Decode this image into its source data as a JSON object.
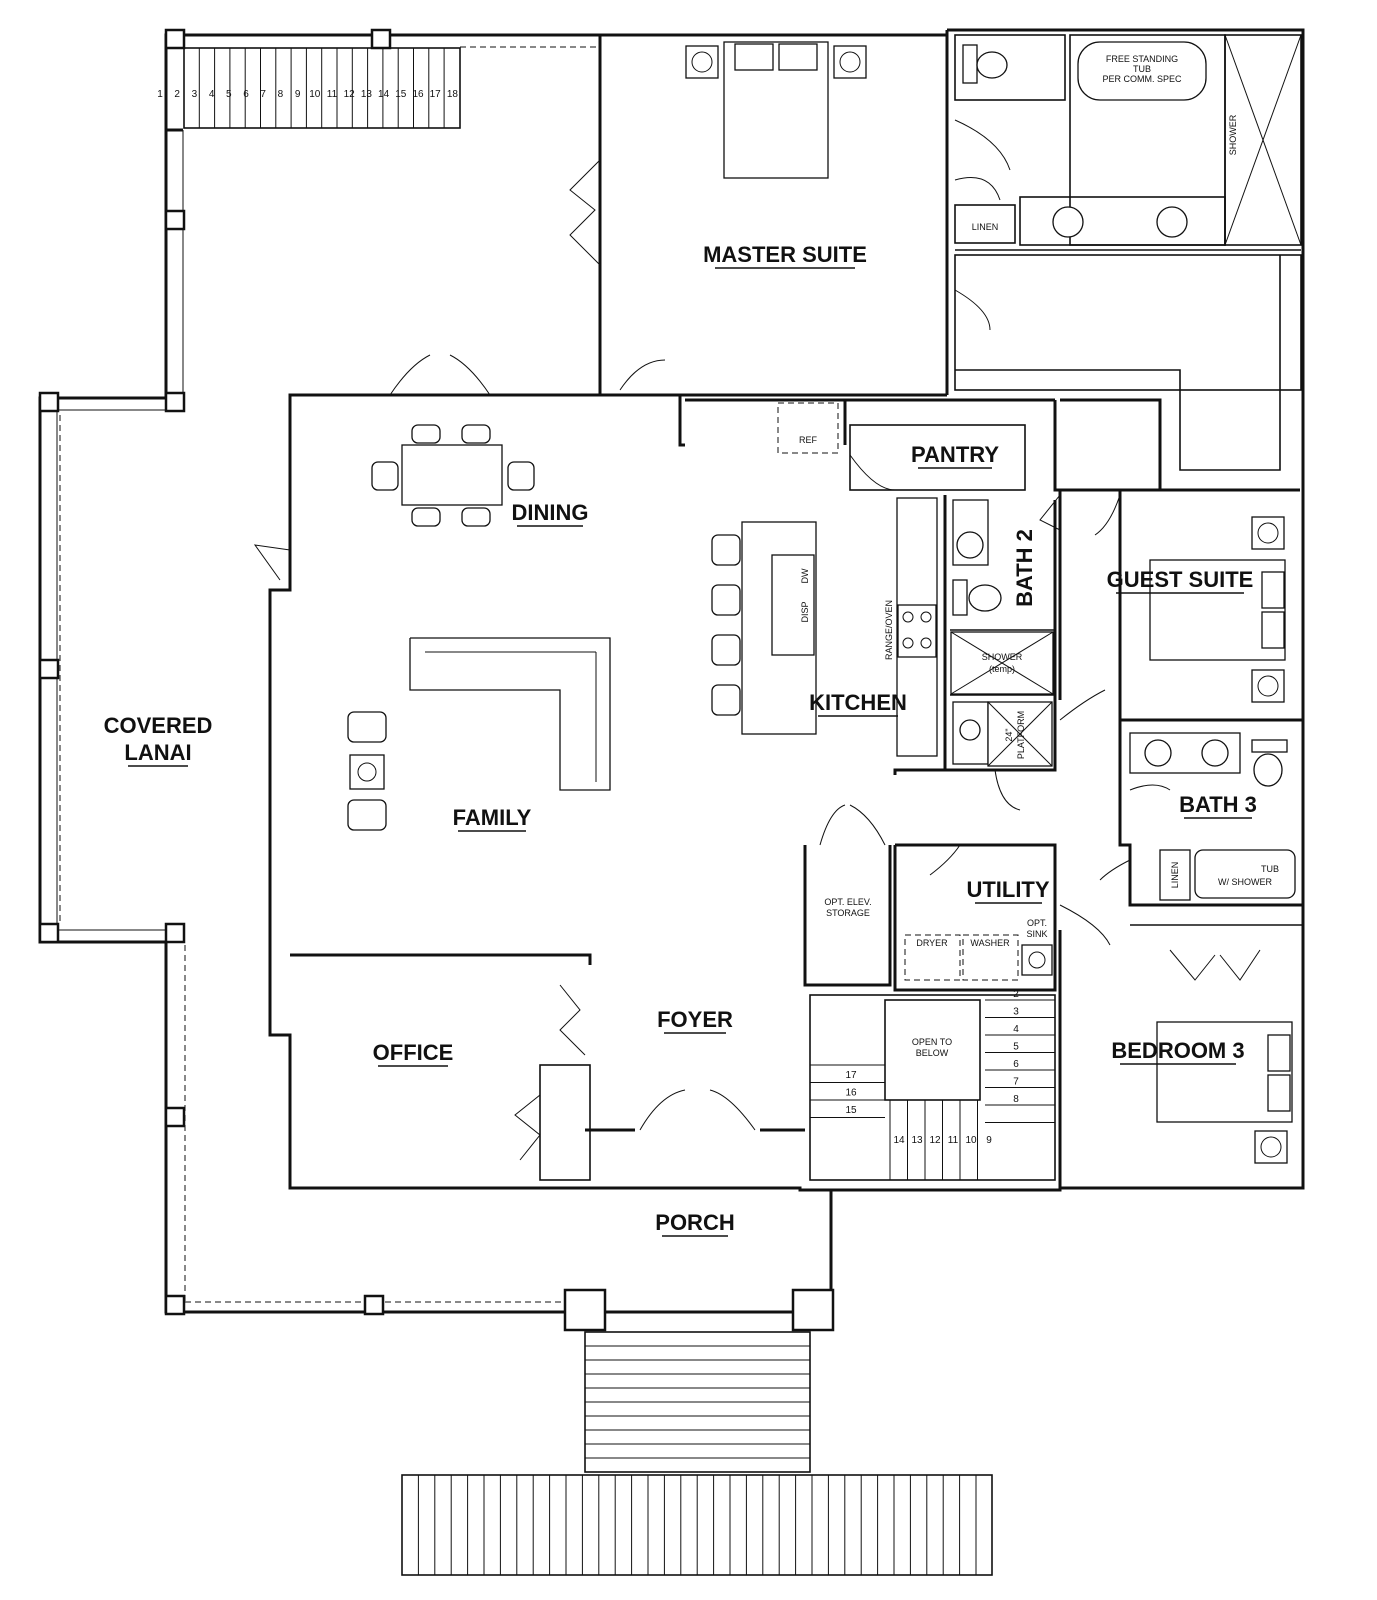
{
  "rooms": {
    "master_suite": "MASTER SUITE",
    "dining": "DINING",
    "pantry": "PANTRY",
    "guest_suite": "GUEST SUITE",
    "bath_2": "BATH 2",
    "kitchen": "KITCHEN",
    "covered_lanai_line1": "COVERED",
    "covered_lanai_line2": "LANAI",
    "family": "FAMILY",
    "bath_3": "BATH 3",
    "utility": "UTILITY",
    "foyer": "FOYER",
    "office": "OFFICE",
    "bedroom_3": "BEDROOM 3",
    "porch": "PORCH"
  },
  "fixtures": {
    "free_standing_tub_1": "FREE STANDING",
    "free_standing_tub_2": "TUB",
    "free_standing_tub_3": "PER COMM. SPEC",
    "shower": "SHOWER",
    "linen_1": "LINEN",
    "ref": "REF",
    "dw": "DW",
    "disp": "DISP",
    "range_oven": "RANGE/OVEN",
    "shower_temp_1": "SHOWER",
    "shower_temp_2": "(temp)",
    "platform_1": "24\"",
    "platform_2": "PLATFORM",
    "linen_2": "LINEN",
    "tub_shower_1": "TUB",
    "tub_shower_2": "W/ SHOWER",
    "opt_elev_1": "OPT. ELEV.",
    "opt_elev_2": "STORAGE",
    "dryer": "DRYER",
    "washer": "WASHER",
    "opt_sink_1": "OPT.",
    "opt_sink_2": "SINK",
    "open_to_below_1": "OPEN TO",
    "open_to_below_2": "BELOW"
  },
  "stairs_top": [
    "1",
    "2",
    "3",
    "4",
    "5",
    "6",
    "7",
    "8",
    "9",
    "10",
    "11",
    "12",
    "13",
    "14",
    "15",
    "16",
    "17",
    "18"
  ],
  "stairs_right": [
    "2",
    "3",
    "4",
    "5",
    "6",
    "7",
    "8"
  ],
  "stairs_bottom": [
    "14",
    "13",
    "12",
    "11",
    "10",
    "9"
  ],
  "stairs_left": [
    "17",
    "16",
    "15"
  ]
}
